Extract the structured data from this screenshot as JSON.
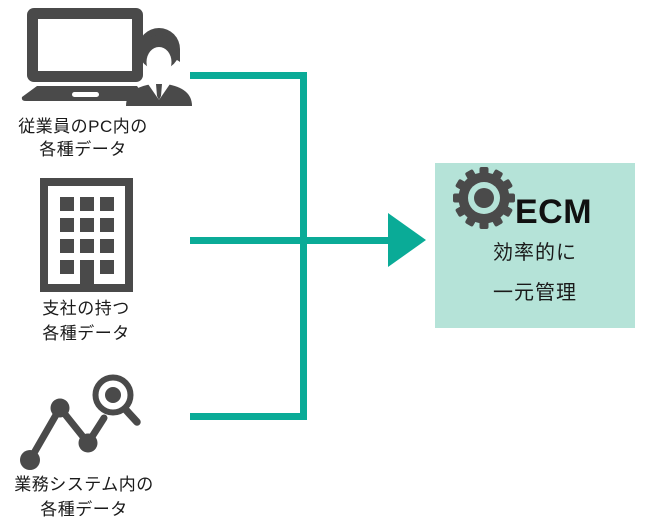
{
  "diagram": {
    "type": "flow",
    "colors": {
      "accent_teal": "#0aab97",
      "target_box_fill": "#b5e3d8",
      "icon_gray": "#4a4a4a",
      "text": "#1a1a1a"
    },
    "sources": [
      {
        "id": "employee-pc",
        "icon": "laptop-user-icon",
        "label_line1": "従業員のPC内の",
        "label_line2": "各種データ"
      },
      {
        "id": "branch-office",
        "icon": "building-icon",
        "label_line1": "支社の持つ",
        "label_line2": "各種データ"
      },
      {
        "id": "business-system",
        "icon": "chart-magnifier-icon",
        "label_line1": "業務システム内の",
        "label_line2": "各種データ"
      }
    ],
    "target": {
      "icon": "gear-icon",
      "title": "ECM",
      "caption_line1": "効率的に",
      "caption_line2": "一元管理"
    }
  }
}
